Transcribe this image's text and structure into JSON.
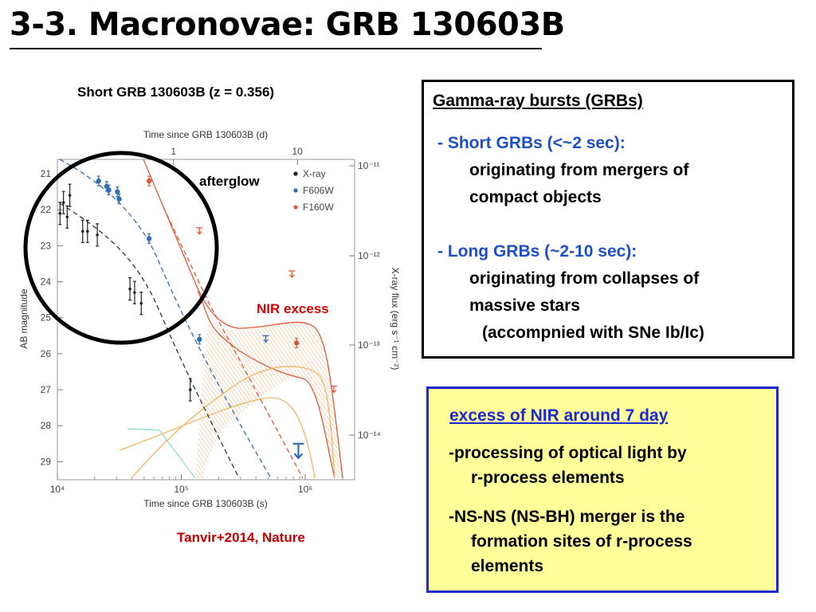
{
  "slide": {
    "title": "3-3. Macronovae: GRB 130603B"
  },
  "left": {
    "caption": "Short GRB 130603B (z = 0.356)",
    "credit": "Tanvir+2014, Nature",
    "annotation_afterglow": "afterglow",
    "annotation_nir": "NIR excess"
  },
  "chart_data": {
    "type": "scatter",
    "top_axis_label": "Time since GRB 130603B (d)",
    "top_ticks": [
      "1",
      "10"
    ],
    "xlabel": "Time since GRB 130603B (s)",
    "x_ticks": [
      "10⁴",
      "10⁵",
      "10⁶"
    ],
    "x_scale": "log",
    "xlim": [
      10000,
      2500000
    ],
    "ylabel": "AB magnitude",
    "y_ticks": [
      "21",
      "22",
      "23",
      "24",
      "25",
      "26",
      "27",
      "28",
      "29"
    ],
    "ylim": [
      29.5,
      20.6
    ],
    "y_inverted": true,
    "right_axis_label": "X-ray flux (erg s⁻¹ cm⁻²)",
    "right_ticks": [
      "10⁻¹¹",
      "10⁻¹²",
      "10⁻¹³",
      "10⁻¹⁴"
    ],
    "legend_position": "top-right",
    "series": [
      {
        "name": "X-ray",
        "color": "#222222",
        "points": [
          [
            10500,
            22.1
          ],
          [
            11200,
            21.8
          ],
          [
            12000,
            22.2
          ],
          [
            12600,
            21.6
          ],
          [
            16000,
            22.6
          ],
          [
            17500,
            22.6
          ],
          [
            21000,
            22.7
          ],
          [
            38500,
            24.2
          ],
          [
            42000,
            24.3
          ],
          [
            47500,
            24.6
          ],
          [
            118000,
            27.0
          ]
        ]
      },
      {
        "name": "F606W",
        "color": "#2f6db5",
        "points": [
          [
            21500,
            21.2
          ],
          [
            25000,
            21.35
          ],
          [
            26000,
            21.45
          ],
          [
            30500,
            21.5
          ],
          [
            31500,
            21.7
          ],
          [
            55000,
            22.8
          ],
          [
            140000,
            25.6
          ]
        ]
      },
      {
        "name": "F160W",
        "color": "#e0583a",
        "points": [
          [
            55000,
            21.2
          ],
          [
            850000,
            25.7
          ]
        ]
      }
    ],
    "upper_limits": [
      {
        "series": "F160W",
        "x": 140000,
        "y": 22.5,
        "color": "#e0583a"
      },
      {
        "series": "F160W",
        "x": 780000,
        "y": 23.7,
        "color": "#e0583a"
      },
      {
        "series": "F160W",
        "x": 1700000,
        "y": 26.9,
        "color": "#e0583a"
      },
      {
        "series": "F606W",
        "x": 480000,
        "y": 25.5,
        "color": "#2f6db5"
      },
      {
        "series": "F606W",
        "x": 880000,
        "y": 28.5,
        "color": "#2f6db5"
      }
    ]
  },
  "grb_box": {
    "heading": "Gamma-ray bursts (GRBs)",
    "short_head": "- Short GRBs (<~2 sec):",
    "short_body": [
      "originating from mergers of",
      "compact objects"
    ],
    "long_head": "- Long GRBs (~2-10 sec):",
    "long_body": [
      "originating from collapses of",
      "massive stars"
    ],
    "long_note": "(accompnied with SNe Ib/Ic)",
    "accent_color": "#1f4fc8"
  },
  "excess_box": {
    "heading": "excess of NIR around 7 day",
    "item1_line1": "-processing of optical light by",
    "item1_line2": "r-process elements",
    "item2_line1": "-NS-NS (NS-BH) merger is the",
    "item2_line2": "formation sites of r-process",
    "item2_line3": "elements",
    "background": "#ffff99",
    "border": "#1d2ad1"
  }
}
